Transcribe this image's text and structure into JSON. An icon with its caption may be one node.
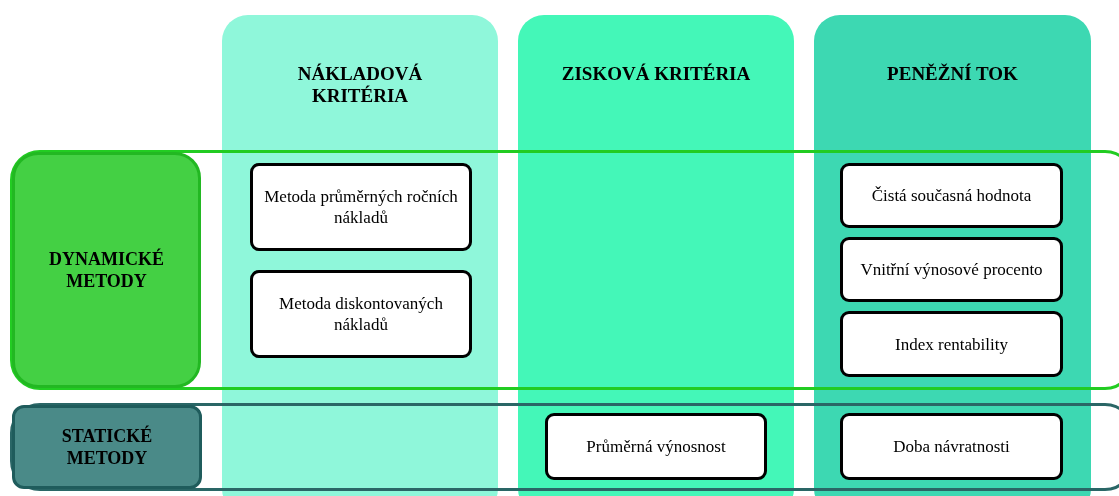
{
  "diagram": {
    "nodes": [
      {
        "text": [
          "NÁKLADOVÁ KRITÉRIA"
        ]
      },
      {
        "text": [
          "ZISKOVÁ KRITÉRIA"
        ]
      },
      {
        "text": [
          "PENĚŽNÍ TOK"
        ]
      },
      {
        "text": [
          "DYNAMICKÉ METODY"
        ]
      },
      {
        "text": [
          "Metoda průměrných ročních nákladů"
        ],
        "in": 0
      },
      {
        "text": [
          "Metoda diskontovaných nákladů"
        ],
        "in": 0
      },
      {
        "text": [
          "Čistá současná hodnota"
        ],
        "in": 2
      },
      {
        "text": [
          "Vnitřní výnosové procento"
        ],
        "in": 2
      },
      {
        "text": [
          "Index rentability"
        ],
        "in": 2
      },
      {
        "text": [
          "STATICKÉ METODY"
        ]
      },
      {
        "text": [
          "Průměrná výnosnost"
        ],
        "in": 1
      },
      {
        "text": [
          "Doba návratnosti"
        ],
        "in": 2
      }
    ]
  }
}
